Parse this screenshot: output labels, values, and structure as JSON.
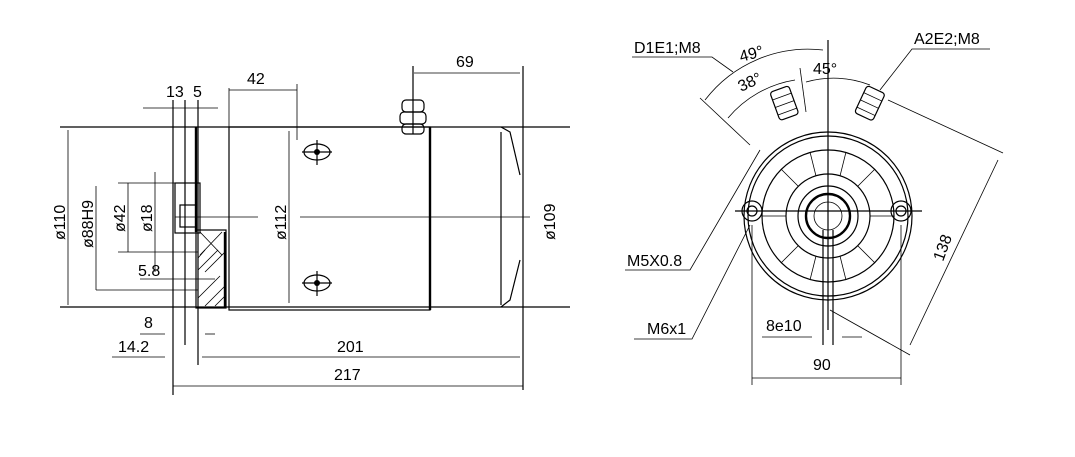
{
  "side_view": {
    "dims": {
      "d_13": "13",
      "d_5": "5",
      "d_42": "42",
      "d_69": "69",
      "dia_110": "ø110",
      "dia_88h9": "ø88H9",
      "dia_42": "ø42",
      "dia_18": "ø18",
      "d_5_8": "5.8",
      "dia_112": "ø112",
      "dia_109": "ø109",
      "d_8": "8",
      "d_14_2": "14.2",
      "d_201": "201",
      "d_217": "217"
    }
  },
  "end_view": {
    "labels": {
      "terminal_d1e1": "D1E1;M8",
      "terminal_a2e2": "A2E2;M8",
      "thread_m5": "M5X0.8",
      "thread_m6": "M6x1"
    },
    "dims": {
      "angle_49": "49°",
      "angle_38": "38°",
      "angle_45": "45°",
      "d_138": "138",
      "d_8e10": "8e10",
      "d_90": "90"
    }
  }
}
